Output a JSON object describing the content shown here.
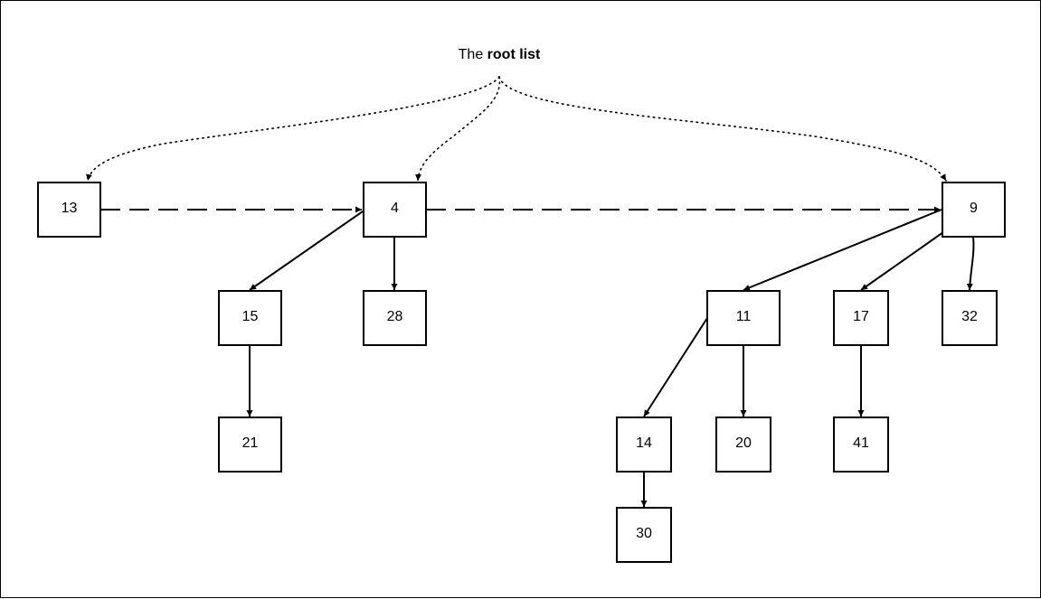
{
  "title": {
    "prefix": "The ",
    "bold": "root list"
  },
  "nodes": {
    "n13": "13",
    "n4": "4",
    "n9": "9",
    "n15": "15",
    "n28": "28",
    "n21": "21",
    "n11": "11",
    "n17": "17",
    "n32": "32",
    "n14": "14",
    "n20": "20",
    "n41": "41",
    "n30": "30"
  },
  "edges": {
    "root_list_pointers": [
      [
        "title",
        "n13"
      ],
      [
        "title",
        "n4"
      ],
      [
        "title",
        "n9"
      ]
    ],
    "root_list_links": [
      [
        "n13",
        "n4"
      ],
      [
        "n4",
        "n9"
      ]
    ],
    "child_links": [
      [
        "n4",
        "n15"
      ],
      [
        "n4",
        "n28"
      ],
      [
        "n15",
        "n21"
      ],
      [
        "n9",
        "n11"
      ],
      [
        "n9",
        "n17"
      ],
      [
        "n9",
        "n32"
      ],
      [
        "n11",
        "n14"
      ],
      [
        "n11",
        "n20"
      ],
      [
        "n17",
        "n41"
      ],
      [
        "n14",
        "n30"
      ]
    ]
  }
}
